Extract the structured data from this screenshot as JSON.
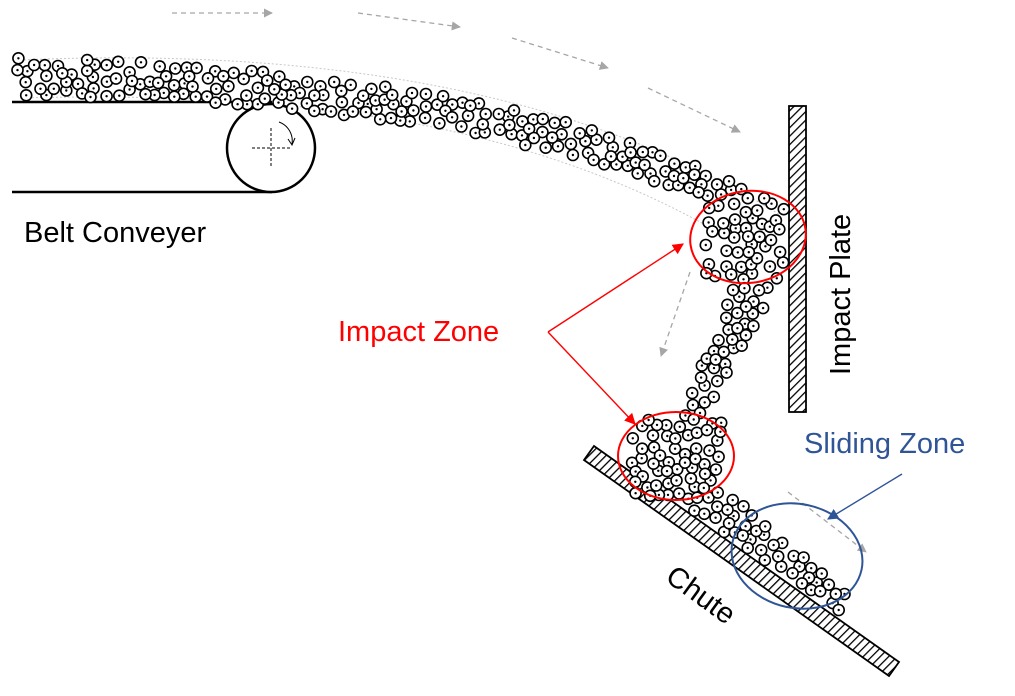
{
  "labels": {
    "belt_conveyer": "Belt Conveyer",
    "impact_plate": "Impact Plate",
    "impact_zone": "Impact Zone",
    "sliding_zone": "Sliding Zone",
    "chute": "Chute"
  },
  "colors": {
    "impact": "#ff0000",
    "sliding": "#2f5597",
    "trajectory": "#a6a6a6",
    "ink": "#000000"
  }
}
